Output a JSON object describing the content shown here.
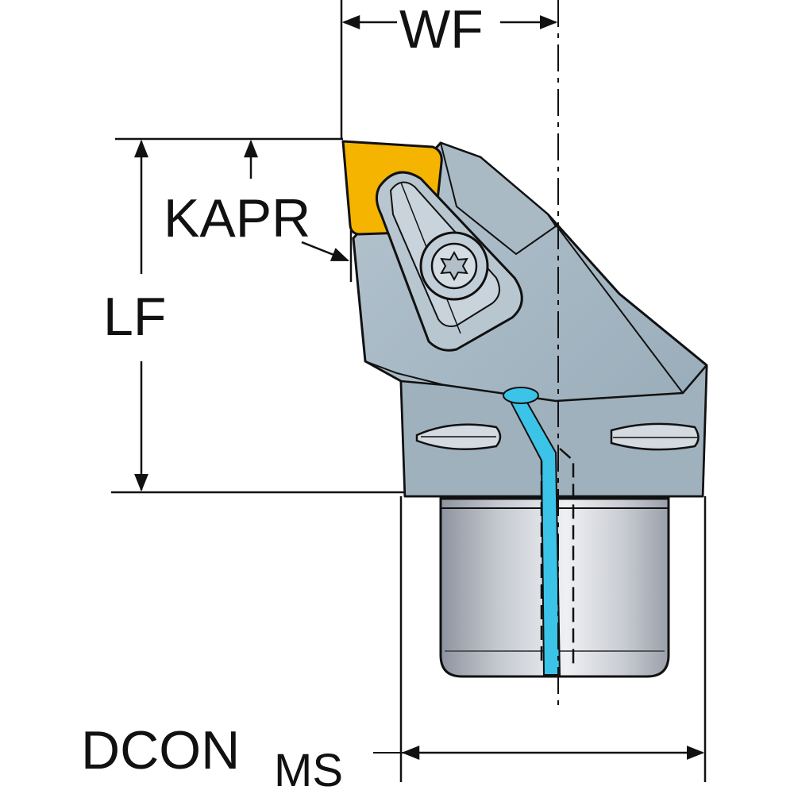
{
  "labels": {
    "wf": "WF",
    "kapr": "KAPR",
    "lf": "LF",
    "dcon": "DCON",
    "dcon_subscript": "MS"
  },
  "colors": {
    "body": "#a3b5c1",
    "body_dark": "#7f95a4",
    "insert": "#f4b400",
    "coolant": "#3cc3e8",
    "shank_light": "#e6e8ec",
    "shank_dark": "#8e949f",
    "outline": "#111111"
  }
}
